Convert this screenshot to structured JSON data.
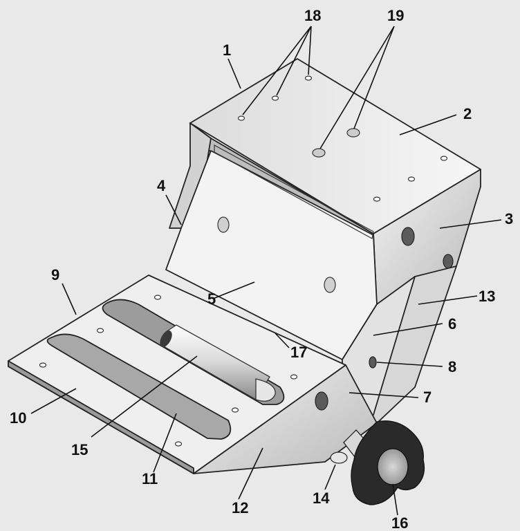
{
  "labels": {
    "l1": "1",
    "l2": "2",
    "l3": "3",
    "l4": "4",
    "l5": "5",
    "l6": "6",
    "l7": "7",
    "l8": "8",
    "l9": "9",
    "l10": "10",
    "l11": "11",
    "l12": "12",
    "l13": "13",
    "l14": "14",
    "l15": "15",
    "l16": "16",
    "l17": "17",
    "l18": "18",
    "l19": "19"
  },
  "colors": {
    "background": "#e9e9e9",
    "metal_light": "#f4f4f4",
    "metal_mid": "#cfcfcf",
    "metal_dark": "#8c8c8c",
    "knob": "#2a2a2a"
  }
}
